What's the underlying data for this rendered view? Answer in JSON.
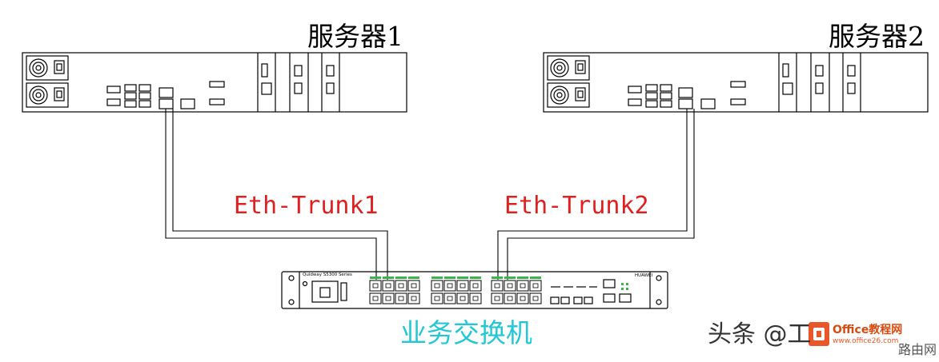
{
  "servers": [
    {
      "label": "服务器1"
    },
    {
      "label": "服务器2"
    }
  ],
  "trunks": [
    {
      "label": "Eth-Trunk1"
    },
    {
      "label": "Eth-Trunk2"
    }
  ],
  "switch": {
    "label": "业务交换机",
    "model_text": "Quidway S5300 Series",
    "badge_text": "HUAWEI"
  },
  "watermark": {
    "text": "头条 @工",
    "office_text": "Office教程网",
    "office_url": "www.office26.com",
    "tail_text": "路由网"
  },
  "colors": {
    "trunk": "#e02020",
    "switch_label": "#22c7d6",
    "port_led": "#3cb44b",
    "office_logo": "#e8572a"
  }
}
